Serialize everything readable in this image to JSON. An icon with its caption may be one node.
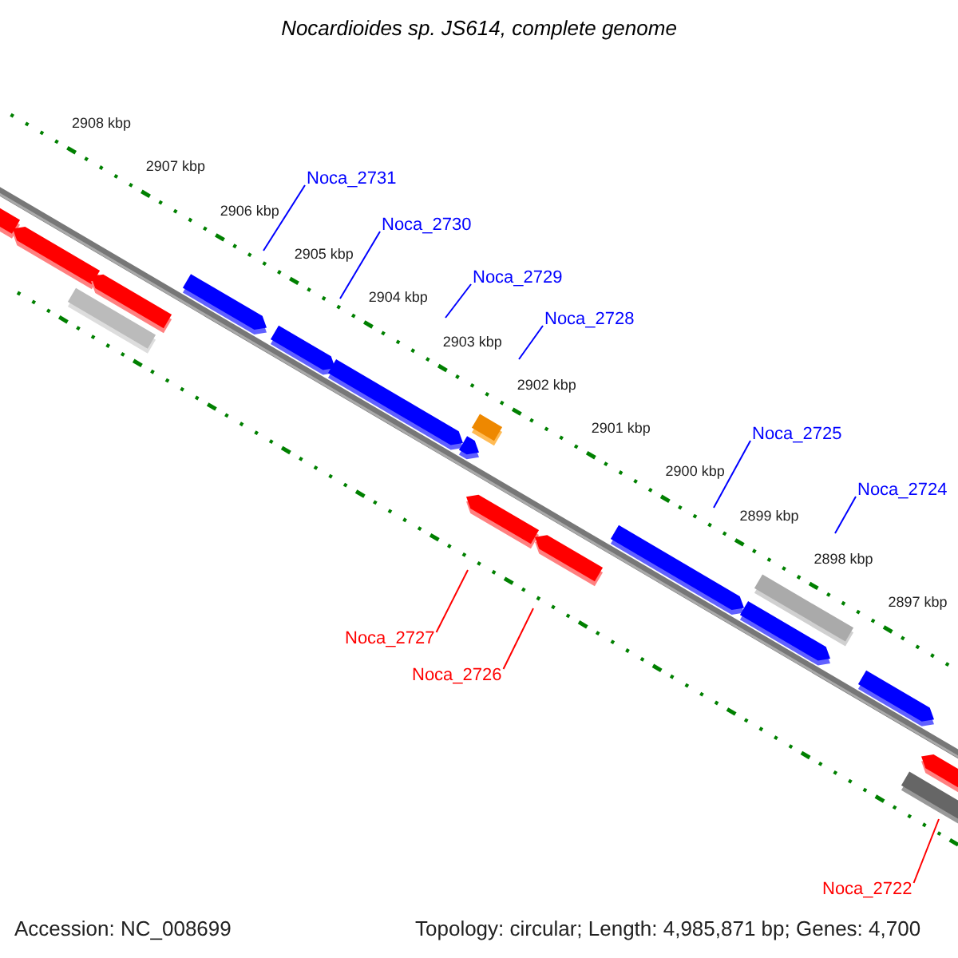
{
  "diagram": {
    "title": "Nocardioides sp. JS614, complete genome",
    "nodes": [
      {
        "text": [
          "Noca_2731"
        ]
      },
      {
        "text": [
          "Noca_2730"
        ]
      },
      {
        "text": [
          "Noca_2729"
        ]
      },
      {
        "text": [
          "Noca_2728"
        ]
      },
      {
        "text": [
          "Noca_2725"
        ]
      },
      {
        "text": [
          "Noca_2724"
        ]
      },
      {
        "text": [
          "Noca_2727"
        ]
      },
      {
        "text": [
          "Noca_2726"
        ]
      },
      {
        "text": [
          "Noca_2722"
        ]
      }
    ],
    "edges": [
      {
        "from": 0,
        "to": null,
        "arrow": "none"
      },
      {
        "from": 1,
        "to": null,
        "arrow": "none"
      },
      {
        "from": 2,
        "to": null,
        "arrow": "none"
      },
      {
        "from": 3,
        "to": null,
        "arrow": "none"
      },
      {
        "from": 4,
        "to": null,
        "arrow": "none"
      },
      {
        "from": 5,
        "to": null,
        "arrow": "none"
      },
      {
        "from": 6,
        "to": null,
        "arrow": "none",
        "color": "#ff0000"
      },
      {
        "from": 7,
        "to": null,
        "arrow": "none",
        "color": "#ff0000"
      },
      {
        "from": 8,
        "to": null,
        "arrow": "none",
        "color": "#ff0000"
      }
    ],
    "labels": [
      "2908 kbp",
      "2907 kbp",
      "2906 kbp",
      "2905 kbp",
      "2904 kbp",
      "2903 kbp",
      "2902 kbp",
      "2901 kbp",
      "2900 kbp",
      "2899 kbp",
      "2898 kbp",
      "2897 kbp",
      "Accession: NC_008699",
      "Topology: circular; Length: 4,985,871 bp; Genes: 4,700"
    ]
  }
}
